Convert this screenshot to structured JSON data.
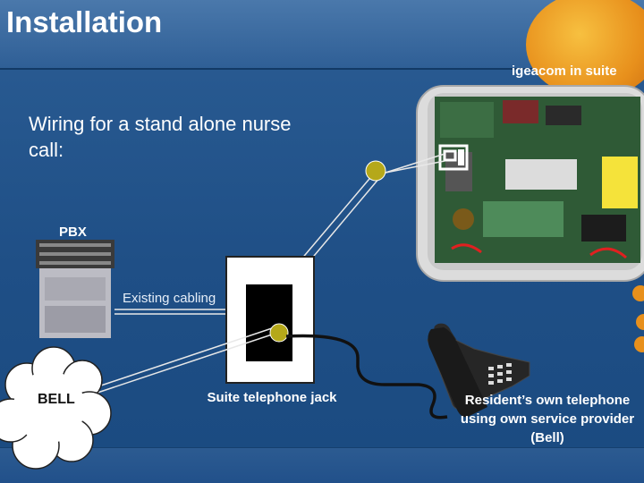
{
  "slide": {
    "title": "Installation",
    "subtitle": "Wiring for a stand alone nurse call:"
  },
  "labels": {
    "device": "igeacom in suite",
    "pbx": "PBX",
    "cabling": "Existing cabling",
    "bell": "BELL",
    "jack": "Suite telephone jack",
    "resident": "Resident’s own telephone using own service provider (Bell)"
  },
  "colors": {
    "background": "#1f4f86",
    "accent": "#e8901c",
    "connector": "#b5a81a",
    "jack_face": "#000000",
    "text": "#ffffff"
  },
  "icons": [
    "connector-icon",
    "telephone-icon",
    "pbx-cabinet-icon",
    "cloud-icon",
    "circuit-board-icon"
  ]
}
